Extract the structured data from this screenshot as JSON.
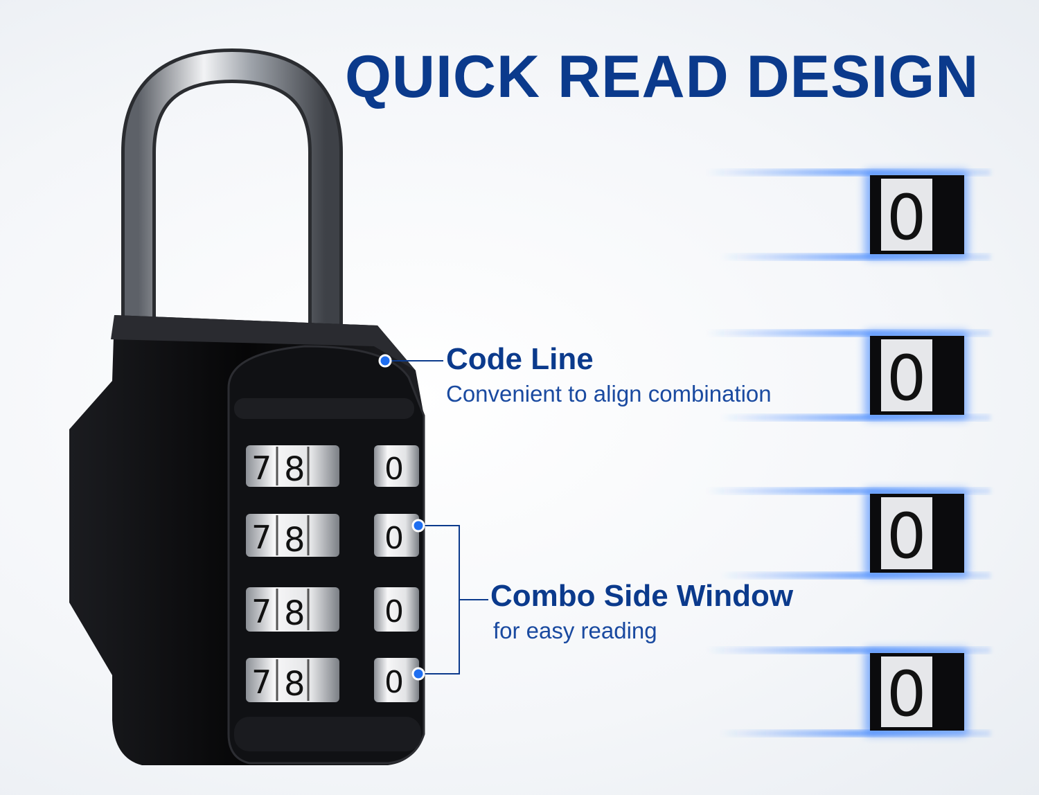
{
  "heading": "QUICK READ DESIGN",
  "callouts": {
    "code_line": {
      "title": "Code Line",
      "subtitle": "Convenient to align combination"
    },
    "combo_window": {
      "title": "Combo Side Window",
      "subtitle": "for easy reading"
    }
  },
  "lock": {
    "wheels": [
      {
        "front": [
          "7",
          "8"
        ],
        "side": "0"
      },
      {
        "front": [
          "7",
          "8"
        ],
        "side": "0"
      },
      {
        "front": [
          "7",
          "8"
        ],
        "side": "0"
      },
      {
        "front": [
          "7",
          "8"
        ],
        "side": "0"
      }
    ],
    "body_color": "#0c0c0e",
    "shackle_color": "#c9ccd1"
  },
  "zoom_windows": {
    "digit": "0",
    "glow_color": "#2f7bff",
    "count": 4
  },
  "accent_color": "#0b3a8c",
  "marker_color": "#1e6ef0"
}
